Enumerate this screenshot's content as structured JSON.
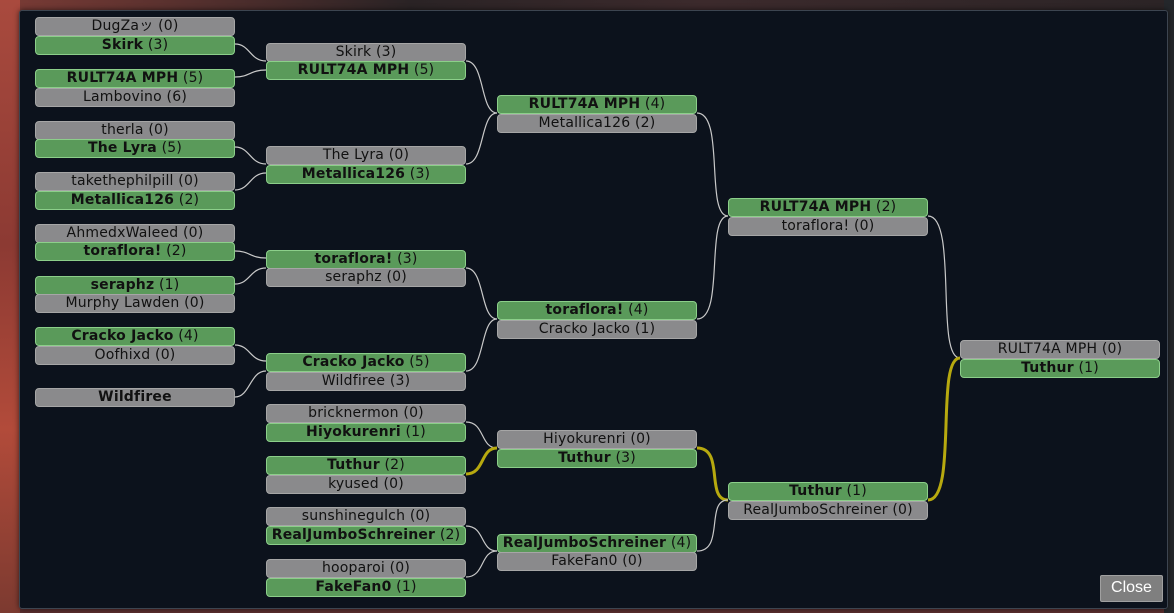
{
  "close_label": "Close",
  "colors": {
    "winner_fill": "#5a9a5a",
    "loser_fill": "#8a8a8c",
    "connector": "#c9c9c9",
    "highlight_path": "#b7a90f"
  },
  "rounds": [
    {
      "slots": [
        {
          "name": "DugZaッ",
          "score": "(0)",
          "winner": false
        },
        {
          "name": "Skirk",
          "score": "(3)",
          "winner": true
        },
        {
          "name": "RULT74A MPH",
          "score": "(5)",
          "winner": true
        },
        {
          "name": "Lambovino",
          "score": "(6)",
          "winner": false
        },
        {
          "name": "therla",
          "score": "(0)",
          "winner": false
        },
        {
          "name": "The Lyra",
          "score": "(5)",
          "winner": true
        },
        {
          "name": "takethephilpill",
          "score": "(0)",
          "winner": false
        },
        {
          "name": "Metallica126",
          "score": "(2)",
          "winner": true
        },
        {
          "name": "AhmedxWaleed",
          "score": "(0)",
          "winner": false
        },
        {
          "name": "toraflora!",
          "score": "(2)",
          "winner": true
        },
        {
          "name": "seraphz",
          "score": "(1)",
          "winner": true
        },
        {
          "name": "Murphy Lawden",
          "score": "(0)",
          "winner": false
        },
        {
          "name": "Cracko Jacko",
          "score": "(4)",
          "winner": true
        },
        {
          "name": "Oofhixd",
          "score": "(0)",
          "winner": false
        },
        {
          "name": "Wildfiree",
          "score": "",
          "winner": false,
          "bold": true
        }
      ]
    },
    {
      "slots": [
        {
          "name": "Skirk",
          "score": "(3)",
          "winner": false
        },
        {
          "name": "RULT74A MPH",
          "score": "(5)",
          "winner": true
        },
        {
          "name": "The Lyra",
          "score": "(0)",
          "winner": false
        },
        {
          "name": "Metallica126",
          "score": "(3)",
          "winner": true
        },
        {
          "name": "toraflora!",
          "score": "(3)",
          "winner": true
        },
        {
          "name": "seraphz",
          "score": "(0)",
          "winner": false
        },
        {
          "name": "Cracko Jacko",
          "score": "(5)",
          "winner": true
        },
        {
          "name": "Wildfiree",
          "score": "(3)",
          "winner": false
        },
        {
          "name": "bricknermon",
          "score": "(0)",
          "winner": false
        },
        {
          "name": "Hiyokurenri",
          "score": "(1)",
          "winner": true
        },
        {
          "name": "Tuthur",
          "score": "(2)",
          "winner": true
        },
        {
          "name": "kyused",
          "score": "(0)",
          "winner": false
        },
        {
          "name": "sunshinegulch",
          "score": "(0)",
          "winner": false
        },
        {
          "name": "RealJumboSchreiner",
          "score": "(2)",
          "winner": true
        },
        {
          "name": "hooparoi",
          "score": "(0)",
          "winner": false
        },
        {
          "name": "FakeFan0",
          "score": "(1)",
          "winner": true
        }
      ]
    },
    {
      "slots": [
        {
          "name": "RULT74A MPH",
          "score": "(4)",
          "winner": true
        },
        {
          "name": "Metallica126",
          "score": "(2)",
          "winner": false
        },
        {
          "name": "toraflora!",
          "score": "(4)",
          "winner": true
        },
        {
          "name": "Cracko Jacko",
          "score": "(1)",
          "winner": false
        },
        {
          "name": "Hiyokurenri",
          "score": "(0)",
          "winner": false
        },
        {
          "name": "Tuthur",
          "score": "(3)",
          "winner": true
        },
        {
          "name": "RealJumboSchreiner",
          "score": "(4)",
          "winner": true
        },
        {
          "name": "FakeFan0",
          "score": "(0)",
          "winner": false
        }
      ]
    },
    {
      "slots": [
        {
          "name": "RULT74A MPH",
          "score": "(2)",
          "winner": true
        },
        {
          "name": "toraflora!",
          "score": "(0)",
          "winner": false
        },
        {
          "name": "Tuthur",
          "score": "(1)",
          "winner": true
        },
        {
          "name": "RealJumboSchreiner",
          "score": "(0)",
          "winner": false
        }
      ]
    },
    {
      "slots": [
        {
          "name": "RULT74A MPH",
          "score": "(0)",
          "winner": false
        },
        {
          "name": "Tuthur",
          "score": "(1)",
          "winner": true
        }
      ]
    }
  ]
}
